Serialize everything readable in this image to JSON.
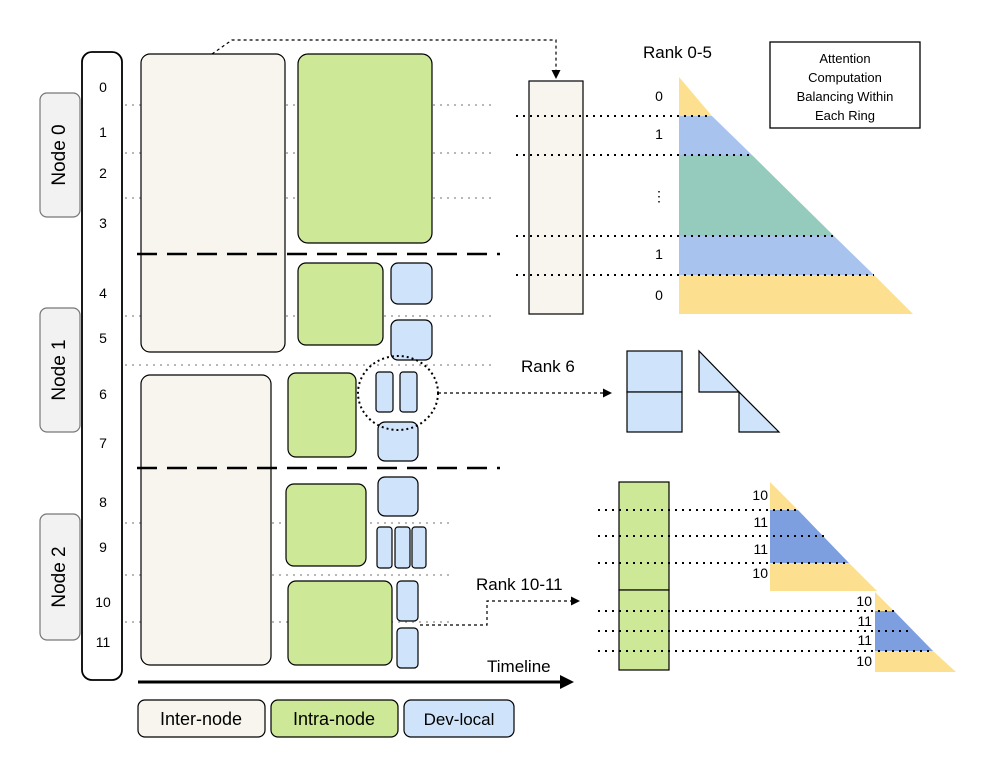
{
  "colors": {
    "inter_node": "#f8f5ee",
    "intra_node": "#cde896",
    "dev_local": "#cfe4fa",
    "attn_yellow": "#fde08f",
    "attn_blue": "#a9c3ef",
    "attn_teal": "#94cbbd",
    "attn_darkblue": "#7d9fe0",
    "node_label_bg": "#f2f2f2"
  },
  "nodes": [
    {
      "label": "Node 0"
    },
    {
      "label": "Node 1"
    },
    {
      "label": "Node 2"
    }
  ],
  "gpu_ranks": [
    "0",
    "1",
    "2",
    "3",
    "4",
    "5",
    "6",
    "7",
    "8",
    "9",
    "10",
    "11"
  ],
  "timeline_label": "Timeline",
  "legend": [
    {
      "label": "Inter-node",
      "color_key": "inter_node"
    },
    {
      "label": "Intra-node",
      "color_key": "intra_node"
    },
    {
      "label": "Dev-local",
      "color_key": "dev_local"
    }
  ],
  "annotation_box": {
    "lines": [
      "Attention",
      "Computation",
      "Balancing Within",
      "Each Ring"
    ]
  },
  "rank_groups": {
    "r0_5": {
      "title": "Rank 0-5",
      "labels": [
        "0",
        "1",
        "⋮",
        "1",
        "0"
      ]
    },
    "r6": {
      "title": "Rank 6"
    },
    "r10_11": {
      "title": "Rank 10-11",
      "labels_a": [
        "10",
        "11",
        "11",
        "10"
      ],
      "labels_b": [
        "10",
        "11",
        "11",
        "10"
      ]
    }
  }
}
